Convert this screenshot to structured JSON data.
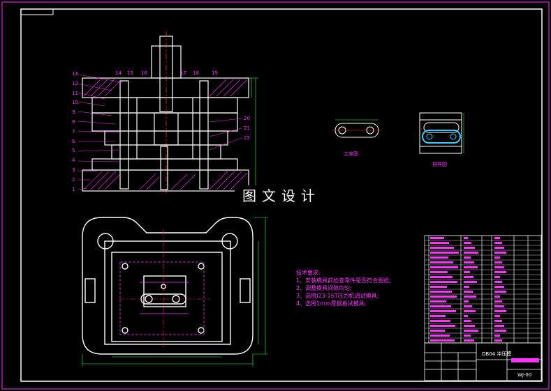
{
  "section_view": {
    "part_numbers_left": [
      "13",
      "12",
      "11",
      "10",
      "9",
      "8",
      "7",
      "6",
      "5",
      "4",
      "3",
      "2",
      "1"
    ],
    "part_numbers_top": [
      "14",
      "15",
      "16",
      "17",
      "18",
      "19"
    ],
    "part_numbers_right": [
      "20",
      "21",
      "22"
    ]
  },
  "workpiece_label": "工序图",
  "layout_label": "排样图",
  "watermark": "图文设计",
  "tech_requirements": {
    "title": "技术要求:",
    "items": [
      "1、安装模具前检查零件是否符合图纸;",
      "2、调整模具间隙均匀;",
      "3、选用J23-16T压力机调试模具;",
      "4、选用1mm厚钢板试模具;"
    ]
  },
  "title_block": {
    "name": "DB04 冲压模",
    "drawing_no": "WJ-00"
  },
  "colors": {
    "background": "#000000",
    "outline": "#ffffff",
    "annotation": "#ff33ff",
    "center_line": "#ff3333",
    "dimension": "#33ff33",
    "hatch": "#ff33ff",
    "highlight": "#33ccff"
  }
}
